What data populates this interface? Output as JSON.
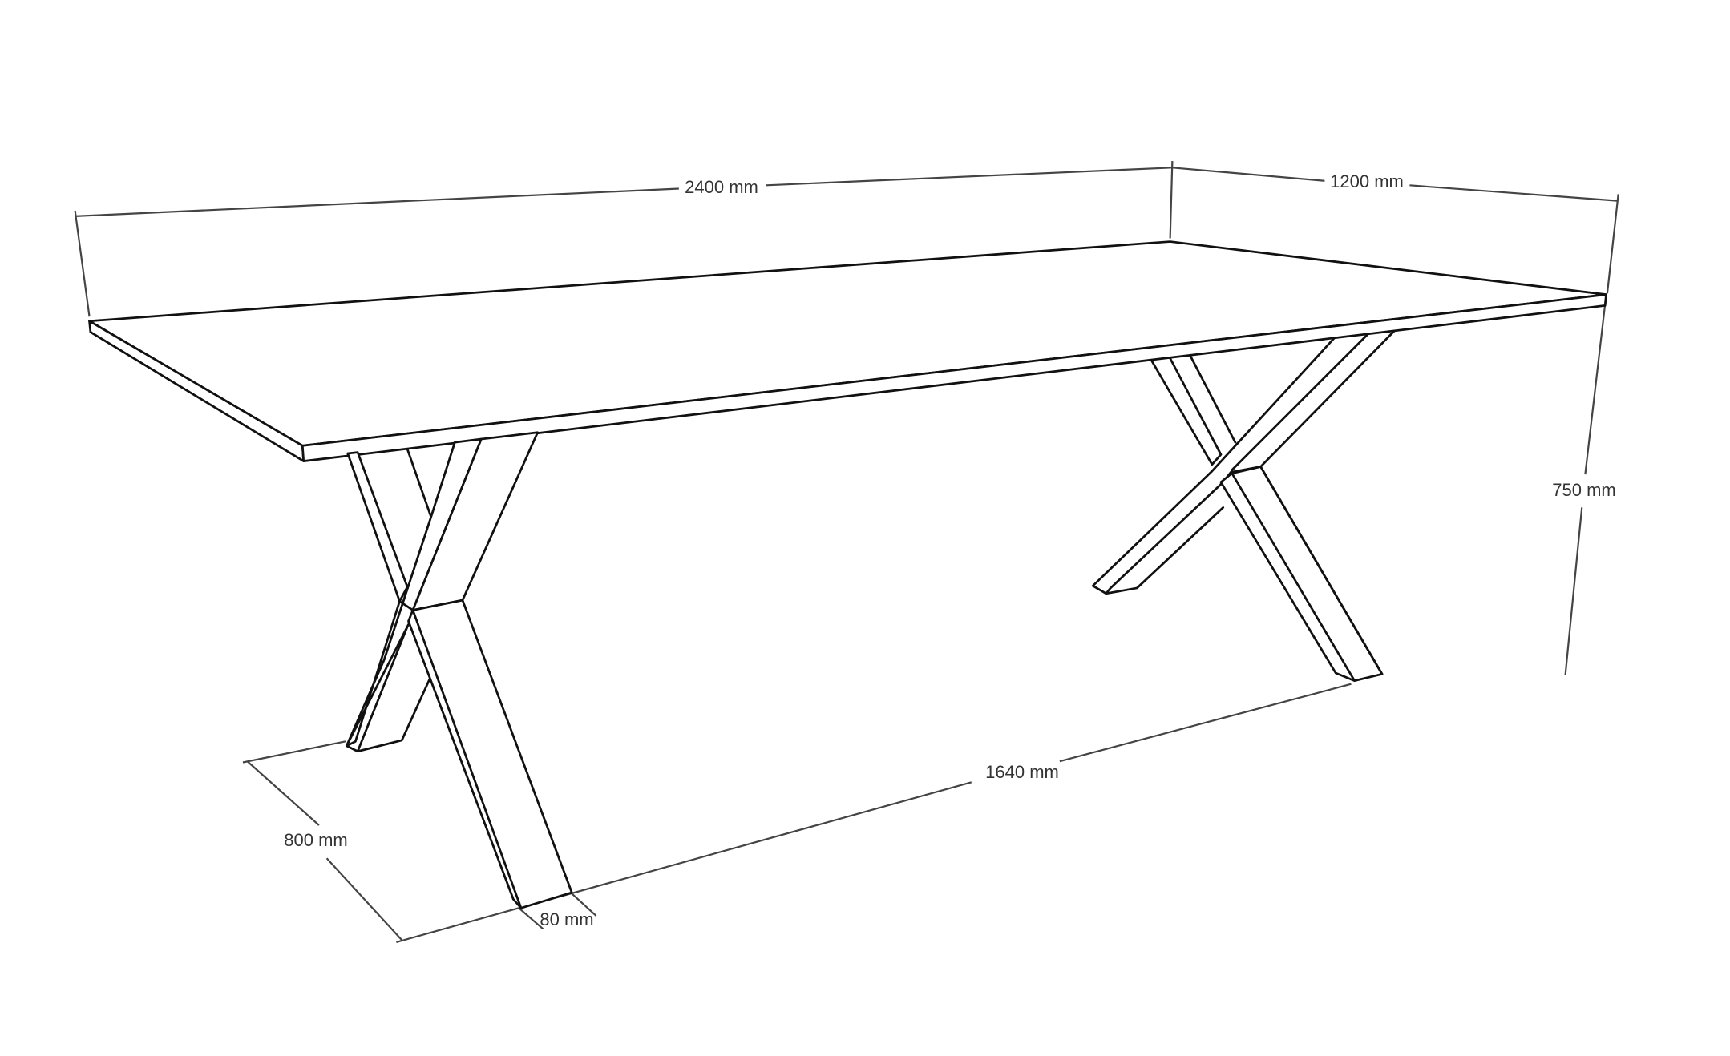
{
  "drawing": {
    "subject": "table-with-x-legs",
    "line_color": "#111111",
    "dimension_color": "#444444",
    "background": "#ffffff"
  },
  "dimensions": {
    "length": {
      "label": "2400 mm",
      "value": 2400,
      "unit": "mm"
    },
    "width": {
      "label": "1200 mm",
      "value": 1200,
      "unit": "mm"
    },
    "height": {
      "label": "750 mm",
      "value": 750,
      "unit": "mm"
    },
    "leg_span": {
      "label": "1640 mm",
      "value": 1640,
      "unit": "mm"
    },
    "leg_depth": {
      "label": "800 mm",
      "value": 800,
      "unit": "mm"
    },
    "leg_profile": {
      "label": "80 mm",
      "value": 80,
      "unit": "mm"
    }
  }
}
